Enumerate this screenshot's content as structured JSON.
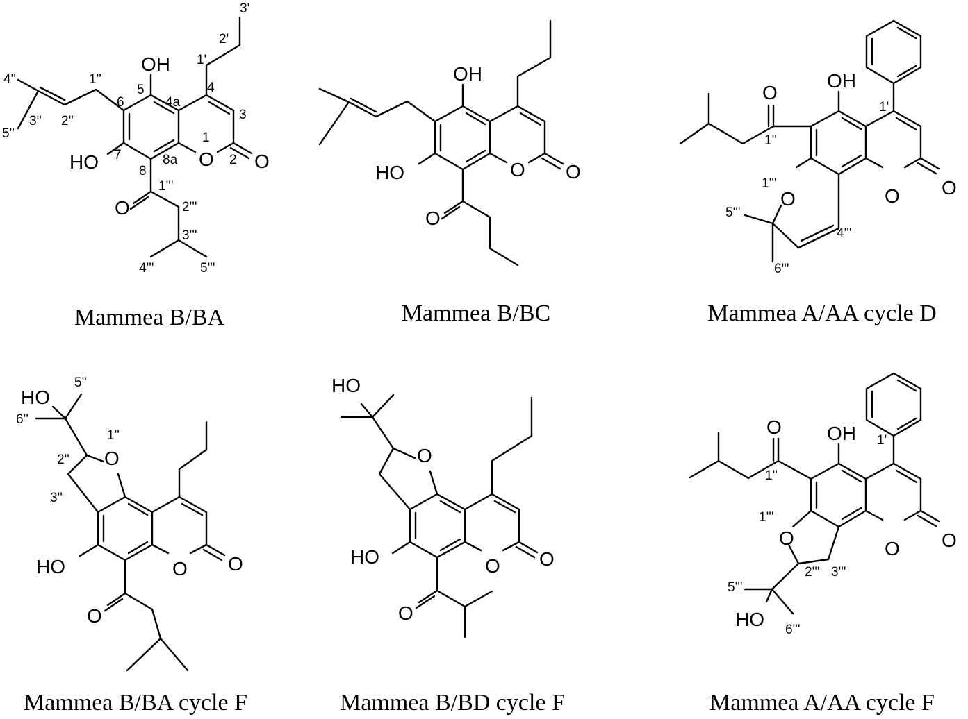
{
  "structures": [
    {
      "name": "Mammea B/BA",
      "atoms": {
        "oh5": "OH",
        "ho7": "HO",
        "o1": "O",
        "o2": "O",
        "ok": "O"
      },
      "numbering": [
        "3'",
        "2'",
        "1'",
        "4''",
        "1''",
        "5",
        "4a",
        "4",
        "6",
        "3",
        "3''",
        "2''",
        "5''",
        "7",
        "8a",
        "1",
        "2",
        "8",
        "1'''",
        "2'''",
        "3'''",
        "4'''",
        "5'''"
      ]
    },
    {
      "name": "Mammea B/BC",
      "atoms": {
        "oh5": "OH",
        "ho7": "HO",
        "o1": "O",
        "o2": "O",
        "ok": "O"
      }
    },
    {
      "name": "Mammea A/AA cycle D",
      "atoms": {
        "ok": "O",
        "oh5": "OH",
        "o1": "O",
        "o2": "O",
        "opyr": "O"
      },
      "numbering": [
        "1'",
        "1''",
        "1'''",
        "5'''",
        "4'''",
        "6'''"
      ]
    },
    {
      "name": "Mammea B/BA cycle F",
      "atoms": {
        "ho": "HO",
        "ofur": "O",
        "ho5": "HO",
        "o1": "O",
        "o2": "O",
        "ok": "O"
      },
      "numbering": [
        "5''",
        "6''",
        "1''",
        "2''",
        "3''"
      ]
    },
    {
      "name": "Mammea B/BD cycle F",
      "atoms": {
        "ho": "HO",
        "ofur": "O",
        "ho5": "HO",
        "o1": "O",
        "o2": "O",
        "ok": "O"
      }
    },
    {
      "name": "Mammea A/AA cycle F",
      "atoms": {
        "ok": "O",
        "oh5": "OH",
        "o1": "O",
        "o2": "O",
        "ofur": "O",
        "ho": "HO"
      },
      "numbering": [
        "1'",
        "1''",
        "1'''",
        "3'''",
        "2'''",
        "5'''",
        "6'''"
      ]
    }
  ]
}
